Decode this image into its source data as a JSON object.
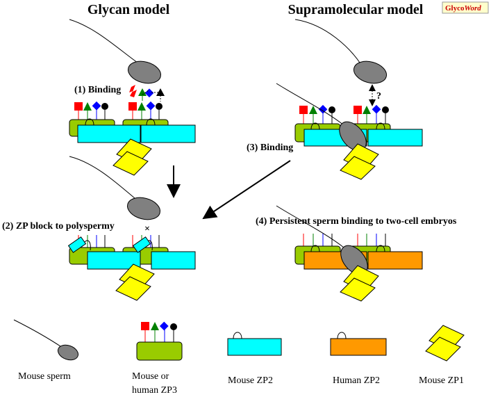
{
  "titles": {
    "glycan": "Glycan model",
    "supramolecular": "Supramolecular model"
  },
  "logo": {
    "part1": "Glyco",
    "part2": "Word"
  },
  "steps": {
    "binding1": "(1) Binding",
    "zp_block": "(2) ZP block to polyspermy",
    "binding3": "(3) Binding",
    "persistent": "(4) Persistent sperm binding to two-cell embryos"
  },
  "question_mark": "?",
  "block_mark": "×",
  "legend": {
    "sperm": "Mouse sperm",
    "zp3_line1": "Mouse or",
    "zp3_line2": "human ZP3",
    "mzp2": "Mouse ZP2",
    "hzp2": "Human ZP2",
    "zp1": "Mouse ZP1"
  },
  "colors": {
    "zp3": "#99cc00",
    "mouse_zp2": "#00ffff",
    "human_zp2": "#ff9900",
    "zp1": "#ffff00",
    "sperm": "#808080",
    "glycan_red": "#ff0000",
    "glycan_green": "#008000",
    "glycan_blue": "#0000ff",
    "glycan_black": "#000000",
    "logo_bg": "#ffffcc",
    "logo_red": "#cc0000"
  }
}
